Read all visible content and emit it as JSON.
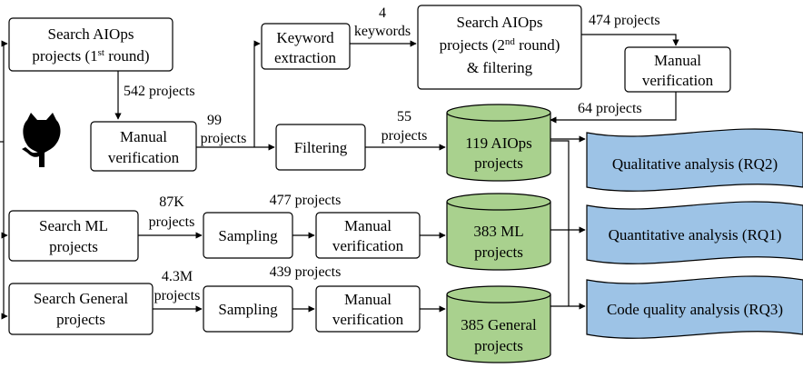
{
  "nodes": {
    "search_aiops_1": {
      "line1": "Search AIOps",
      "line2_pre": "projects (1",
      "line2_sup": "st",
      "line2_post": " round)"
    },
    "manual_verif_1": {
      "line1": "Manual",
      "line2": "verification"
    },
    "keyword_extraction": {
      "line1": "Keyword",
      "line2": "extraction"
    },
    "filtering": {
      "line1": "Filtering"
    },
    "search_aiops_2": {
      "line1": "Search AIOps",
      "line2_pre": "projects (2",
      "line2_sup": "nd",
      "line2_post": " round)",
      "line3": "& filtering"
    },
    "manual_verif_2": {
      "line1": "Manual",
      "line2": "verification"
    },
    "search_ml": {
      "line1": "Search ML",
      "line2": "projects"
    },
    "sampling_ml": {
      "line1": "Sampling"
    },
    "manual_verif_ml": {
      "line1": "Manual",
      "line2": "verification"
    },
    "search_general": {
      "line1": "Search General",
      "line2": "projects"
    },
    "sampling_general": {
      "line1": "Sampling"
    },
    "manual_verif_general": {
      "line1": "Manual",
      "line2": "verification"
    }
  },
  "datasets": {
    "aiops": {
      "line1": "119 AIOps",
      "line2": "projects"
    },
    "ml": {
      "line1": "383 ML",
      "line2": "projects"
    },
    "general": {
      "line1": "385 General",
      "line2": "projects"
    }
  },
  "analyses": {
    "rq2": "Qualitative analysis (RQ2)",
    "rq1": "Quantitative analysis (RQ1)",
    "rq3": "Code quality analysis (RQ3)"
  },
  "edge_labels": {
    "e542": "542 projects",
    "e99_a": "99",
    "e99_b": "projects",
    "e4_a": "4",
    "e4_b": "keywords",
    "e474": "474 projects",
    "e64": "64 projects",
    "e55_a": "55",
    "e55_b": "projects",
    "e87k_a": "87K",
    "e87k_b": "projects",
    "e477": "477 projects",
    "e43m_a": "4.3M",
    "e43m_b": "projects",
    "e439": "439 projects"
  },
  "icons": {
    "source": "github-octocat-icon"
  },
  "colors": {
    "dataset_fill": "#a9d18e",
    "analysis_fill": "#9dc3e6",
    "stroke": "#000000"
  }
}
